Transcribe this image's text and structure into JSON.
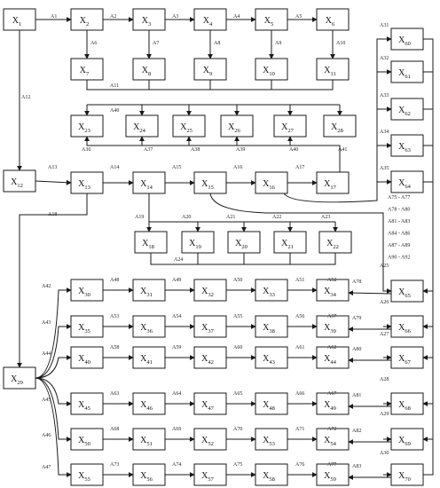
{
  "nodes": [
    {
      "id": "X1",
      "label": "X",
      "sub": "1"
    },
    {
      "id": "X2",
      "label": "X",
      "sub": "2"
    },
    {
      "id": "X3",
      "label": "X",
      "sub": "3"
    },
    {
      "id": "X4",
      "label": "X",
      "sub": "4"
    },
    {
      "id": "X5",
      "label": "X",
      "sub": "5"
    },
    {
      "id": "X6",
      "label": "X",
      "sub": "6"
    },
    {
      "id": "X7",
      "label": "X",
      "sub": "7"
    },
    {
      "id": "X8",
      "label": "X",
      "sub": "8"
    },
    {
      "id": "X9",
      "label": "X",
      "sub": "9"
    },
    {
      "id": "X10",
      "label": "X",
      "sub": "10"
    },
    {
      "id": "X11",
      "label": "X",
      "sub": "11"
    },
    {
      "id": "X12",
      "label": "X",
      "sub": "12"
    },
    {
      "id": "X13",
      "label": "X",
      "sub": "13"
    },
    {
      "id": "X14",
      "label": "X",
      "sub": "14"
    },
    {
      "id": "X15",
      "label": "X",
      "sub": "15"
    },
    {
      "id": "X16",
      "label": "X",
      "sub": "16"
    },
    {
      "id": "X17",
      "label": "X",
      "sub": "17"
    },
    {
      "id": "X18",
      "label": "X",
      "sub": "18"
    },
    {
      "id": "X19",
      "label": "X",
      "sub": "19"
    },
    {
      "id": "X20",
      "label": "X",
      "sub": "20"
    },
    {
      "id": "X21",
      "label": "X",
      "sub": "21"
    },
    {
      "id": "X22",
      "label": "X",
      "sub": "22"
    },
    {
      "id": "X23",
      "label": "X",
      "sub": "23"
    },
    {
      "id": "X24",
      "label": "X",
      "sub": "24"
    },
    {
      "id": "X25",
      "label": "X",
      "sub": "25"
    },
    {
      "id": "X26",
      "label": "X",
      "sub": "26"
    },
    {
      "id": "X27",
      "label": "X",
      "sub": "27"
    },
    {
      "id": "X28",
      "label": "X",
      "sub": "28"
    },
    {
      "id": "X29",
      "label": "X",
      "sub": "29"
    },
    {
      "id": "X30",
      "label": "X",
      "sub": "30"
    },
    {
      "id": "X31",
      "label": "X",
      "sub": "31"
    },
    {
      "id": "X32",
      "label": "X",
      "sub": "32"
    },
    {
      "id": "X33",
      "label": "X",
      "sub": "33"
    },
    {
      "id": "X34",
      "label": "X",
      "sub": "34"
    },
    {
      "id": "X35",
      "label": "X",
      "sub": "35"
    },
    {
      "id": "X36",
      "label": "X",
      "sub": "36"
    },
    {
      "id": "X37",
      "label": "X",
      "sub": "37"
    },
    {
      "id": "X38",
      "label": "X",
      "sub": "38"
    },
    {
      "id": "X39",
      "label": "X",
      "sub": "39"
    },
    {
      "id": "X40",
      "label": "X",
      "sub": "40"
    },
    {
      "id": "X41",
      "label": "X",
      "sub": "41"
    },
    {
      "id": "X42",
      "label": "X",
      "sub": "42"
    },
    {
      "id": "X43",
      "label": "X",
      "sub": "43"
    },
    {
      "id": "X44",
      "label": "X",
      "sub": "44"
    },
    {
      "id": "X45",
      "label": "X",
      "sub": "45"
    },
    {
      "id": "X46",
      "label": "X",
      "sub": "46"
    },
    {
      "id": "X47",
      "label": "X",
      "sub": "47"
    },
    {
      "id": "X48",
      "label": "X",
      "sub": "48"
    },
    {
      "id": "X49",
      "label": "X",
      "sub": "49"
    },
    {
      "id": "X50",
      "label": "X",
      "sub": "50"
    },
    {
      "id": "X51",
      "label": "X",
      "sub": "51"
    },
    {
      "id": "X52",
      "label": "X",
      "sub": "52"
    },
    {
      "id": "X53",
      "label": "X",
      "sub": "53"
    },
    {
      "id": "X54",
      "label": "X",
      "sub": "54"
    },
    {
      "id": "X55",
      "label": "X",
      "sub": "55"
    },
    {
      "id": "X56",
      "label": "X",
      "sub": "56"
    },
    {
      "id": "X57",
      "label": "X",
      "sub": "57"
    },
    {
      "id": "X58",
      "label": "X",
      "sub": "58"
    },
    {
      "id": "X59",
      "label": "X",
      "sub": "59"
    },
    {
      "id": "X60",
      "label": "X",
      "sub": "60"
    },
    {
      "id": "X61",
      "label": "X",
      "sub": "61"
    },
    {
      "id": "X62",
      "label": "X",
      "sub": "62"
    },
    {
      "id": "X63",
      "label": "X",
      "sub": "63"
    },
    {
      "id": "X64",
      "label": "X",
      "sub": "64"
    },
    {
      "id": "X65",
      "label": "X",
      "sub": "65"
    },
    {
      "id": "X66",
      "label": "X",
      "sub": "66"
    },
    {
      "id": "X67",
      "label": "X",
      "sub": "67"
    },
    {
      "id": "X68",
      "label": "X",
      "sub": "68"
    },
    {
      "id": "X69",
      "label": "X",
      "sub": "69"
    },
    {
      "id": "X70",
      "label": "X",
      "sub": "70"
    }
  ],
  "edge_labels": {
    "top_chain": [
      "A1",
      "A2",
      "A3",
      "A4",
      "A5"
    ],
    "top_down": [
      "A6",
      "A7",
      "A8",
      "A9",
      "A10"
    ],
    "x1_to_x12": "A12",
    "top_collect": "A11",
    "mid_bus": "A40",
    "mid_arrows": [
      "A36",
      "A37",
      "A38",
      "A39",
      "A40",
      "A41"
    ],
    "chain13": [
      "A13",
      "A14",
      "A15",
      "A16",
      "A17"
    ],
    "x13_to_x29": "A18",
    "split_x14": [
      "A19",
      "A20",
      "A21",
      "A22",
      "A23"
    ],
    "collect_18_22": "A24",
    "right_side": [
      "A31",
      "A32",
      "A33",
      "A34",
      "A35",
      "A25",
      "A26",
      "A27",
      "A28",
      "A29",
      "A30"
    ],
    "right_ranges": [
      "A75 - A77",
      "A78 - A80",
      "A81 - A83",
      "A84 - A86",
      "A87 - A89",
      "A90 - A92"
    ],
    "fan_x29": [
      "A42",
      "A43",
      "A44",
      "A45",
      "A46",
      "A47"
    ],
    "row30": [
      "A48",
      "A49",
      "A50",
      "A51",
      "A52"
    ],
    "row35": [
      "A53",
      "A54",
      "A55",
      "A56",
      "A57"
    ],
    "row40": [
      "A58",
      "A59",
      "A60",
      "A61",
      "A62"
    ],
    "row45": [
      "A63",
      "A64",
      "A65",
      "A66",
      "A67"
    ],
    "row50": [
      "A68",
      "A69",
      "A70",
      "A71",
      "A72"
    ],
    "row55": [
      "A73",
      "A74",
      "A75",
      "A76",
      "A77"
    ],
    "right_in": [
      "A78",
      "A79",
      "A80",
      "A81",
      "A82",
      "A83"
    ]
  }
}
